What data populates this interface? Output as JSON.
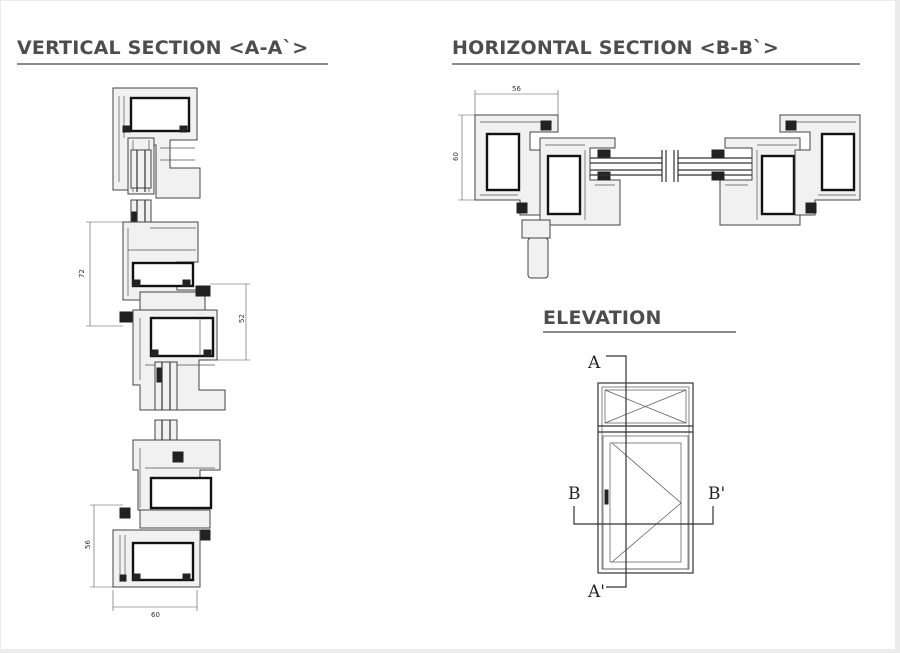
{
  "headings": {
    "vertical": "VERTICAL SECTION <A-A`>",
    "horizontal": "HORIZONTAL SECTION <B-B`>",
    "elevation": "ELEVATION"
  },
  "dimensions": {
    "v_72": "72",
    "v_52": "52",
    "v_56": "56",
    "v_60": "60",
    "h_56": "56",
    "h_60": "60"
  },
  "elevation_labels": {
    "a": "A",
    "a_prime": "A'",
    "b": "B",
    "b_prime": "B'"
  }
}
